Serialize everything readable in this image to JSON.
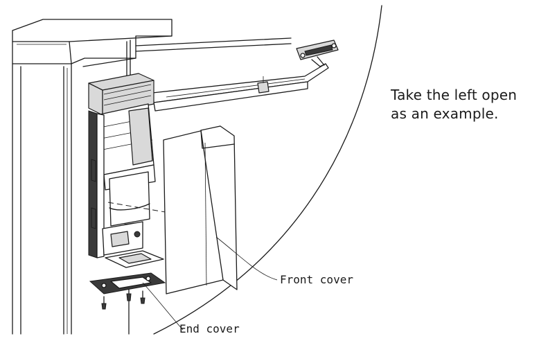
{
  "note": {
    "line1": "Take the left open",
    "line2": "as an example."
  },
  "callouts": {
    "front_cover": "Front cover",
    "end_cover": "End cover"
  }
}
